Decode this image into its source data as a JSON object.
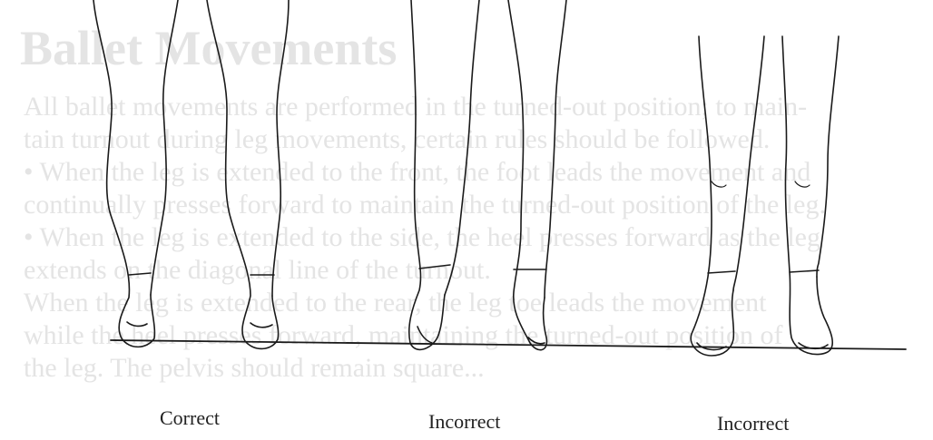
{
  "background": {
    "color": "#ffffff",
    "bleed_color": "#e4e4e4",
    "bleed_title": "Ballet Movements",
    "bleed_lines": [
      "All ballet movements are performed in the turned-out position; to main-",
      "tain turnout during leg movements, certain rules should be followed.",
      "• When the leg is extended to the front, the foot leads the movement and",
      "  continually presses forward to maintain the turned-out position of the leg.",
      "• When the leg is extended to the side, the heel presses forward as the leg",
      "  extends on the diagonal line of the turnout.",
      "  When the leg is extended to the rear, the leg toe leads the movement",
      "  while the heel presses forward, maintaining the turned-out position of",
      "the leg. The pelvis should remain square..."
    ]
  },
  "figures": [
    {
      "caption": "Correct"
    },
    {
      "caption": "Incorrect"
    },
    {
      "caption": "Incorrect"
    }
  ],
  "line_color": "#1a1a1a"
}
